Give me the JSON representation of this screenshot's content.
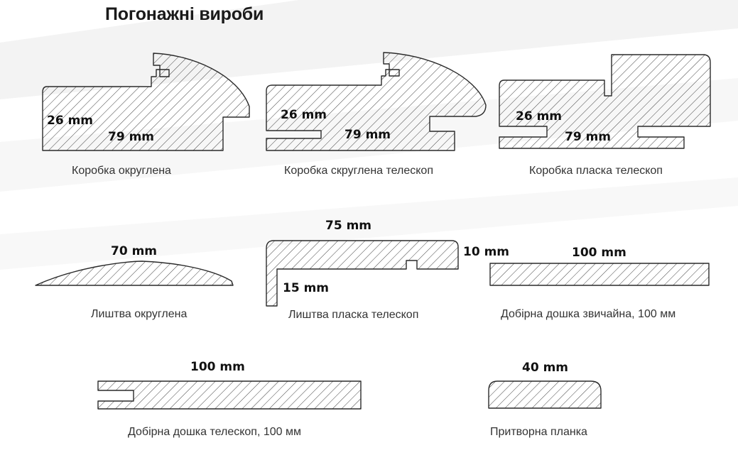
{
  "title": "Погонажні вироби",
  "profiles": [
    {
      "name": "Коробка округлена",
      "dims": [
        "26 mm",
        "79 mm"
      ]
    },
    {
      "name": "Коробка скруглена телескоп",
      "dims": [
        "26 mm",
        "79 mm"
      ]
    },
    {
      "name": "Коробка пласка телескоп",
      "dims": [
        "26 mm",
        "79 mm"
      ]
    },
    {
      "name": "Лиштва округлена",
      "dims": [
        "70 mm"
      ]
    },
    {
      "name": "Лиштва пласка телескоп",
      "dims": [
        "75 mm",
        "10 mm",
        "15 mm"
      ]
    },
    {
      "name": "Добірна дошка звичайна, 100 мм",
      "dims": [
        "100 mm"
      ]
    },
    {
      "name": "Добірна дошка телескоп, 100 мм",
      "dims": [
        "100 mm"
      ]
    },
    {
      "name": "Притворна планка",
      "dims": [
        "40 mm"
      ]
    }
  ]
}
